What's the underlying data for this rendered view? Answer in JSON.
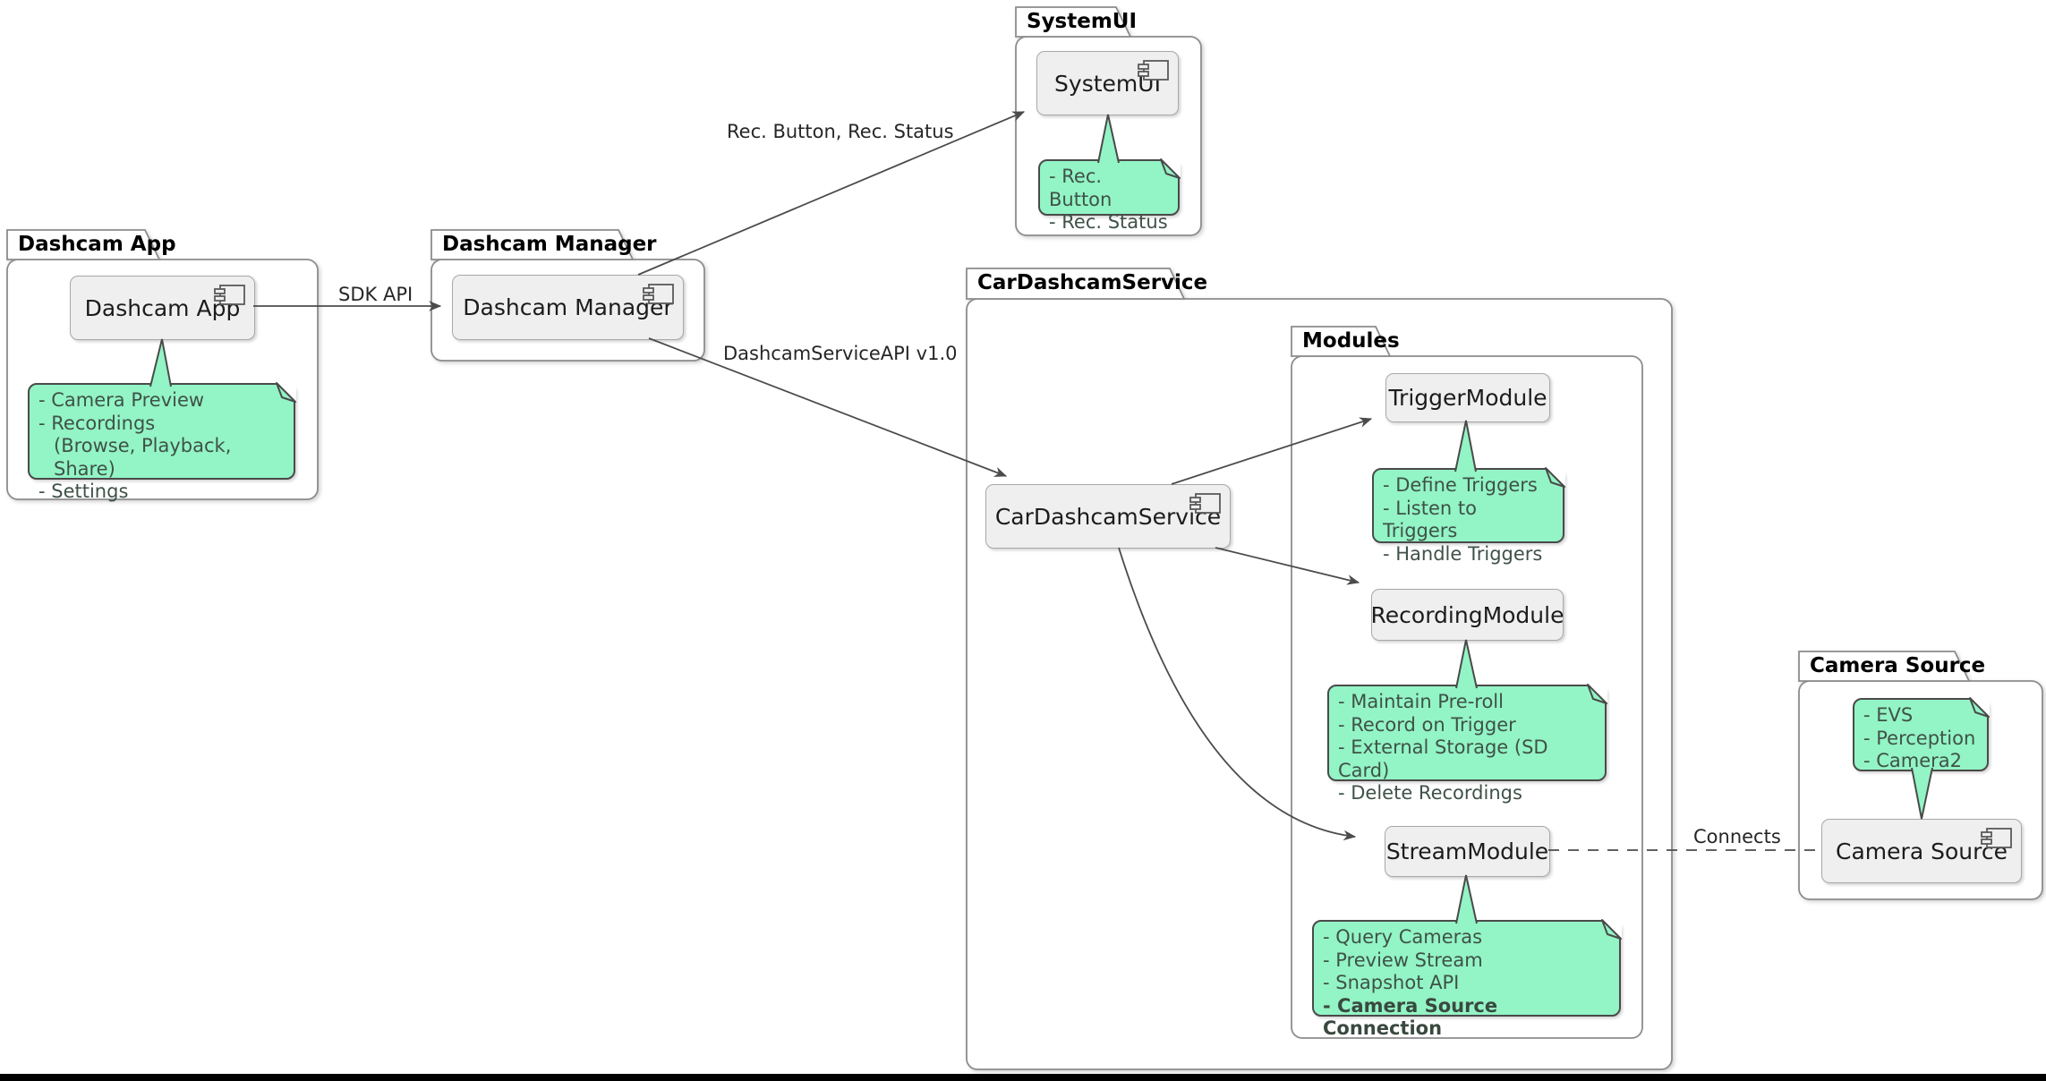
{
  "diagram": {
    "packages": {
      "dashcam_app": {
        "title": "Dashcam App"
      },
      "dashcam_manager": {
        "title": "Dashcam Manager"
      },
      "systemui": {
        "title": "SystemUI"
      },
      "car_dashcam_service": {
        "title": "CarDashcamService"
      },
      "modules": {
        "title": "Modules"
      },
      "camera_source": {
        "title": "Camera Source"
      }
    },
    "components": {
      "dashcam_app": "Dashcam App",
      "dashcam_manager": "Dashcam Manager",
      "systemui": "SystemUI",
      "car_dashcam_service": "CarDashcamService",
      "trigger_module": "TriggerModule",
      "recording_module": "RecordingModule",
      "stream_module": "StreamModule",
      "camera_source": "Camera Source"
    },
    "notes": {
      "dashcam_app": {
        "lines": [
          "- Camera Preview",
          "- Recordings",
          "(Browse, Playback, Share)",
          "- Settings"
        ]
      },
      "systemui": {
        "lines": [
          "- Rec. Button",
          "- Rec. Status"
        ]
      },
      "trigger_module": {
        "lines": [
          "- Define Triggers",
          "- Listen to Triggers",
          "- Handle Triggers"
        ]
      },
      "recording_module": {
        "lines": [
          "- Maintain Pre-roll",
          "- Record on Trigger",
          "- External Storage (SD Card)",
          "- Delete Recordings"
        ]
      },
      "stream_module": {
        "lines": [
          "- Query Cameras",
          "- Preview Stream",
          "- Snapshot API",
          "- Camera Source Connection"
        ]
      },
      "camera_source": {
        "lines": [
          "- EVS",
          "- Perception",
          "- Camera2"
        ]
      }
    },
    "edge_labels": {
      "sdk_api": "SDK API",
      "rec_button_status": "Rec. Button, Rec. Status",
      "dashcam_service_api": "DashcamServiceAPI v1.0",
      "connects": "Connects"
    },
    "colors": {
      "note_fill": "#93f4c5",
      "note_border": "#4a4a4a",
      "component_fill": "#efefef",
      "component_border": "#a8a8a8",
      "package_border": "#8c8c8c",
      "edge_color": "#4b4b4b",
      "text": "#1c1c1c",
      "bottom_bar": "#000000"
    }
  }
}
